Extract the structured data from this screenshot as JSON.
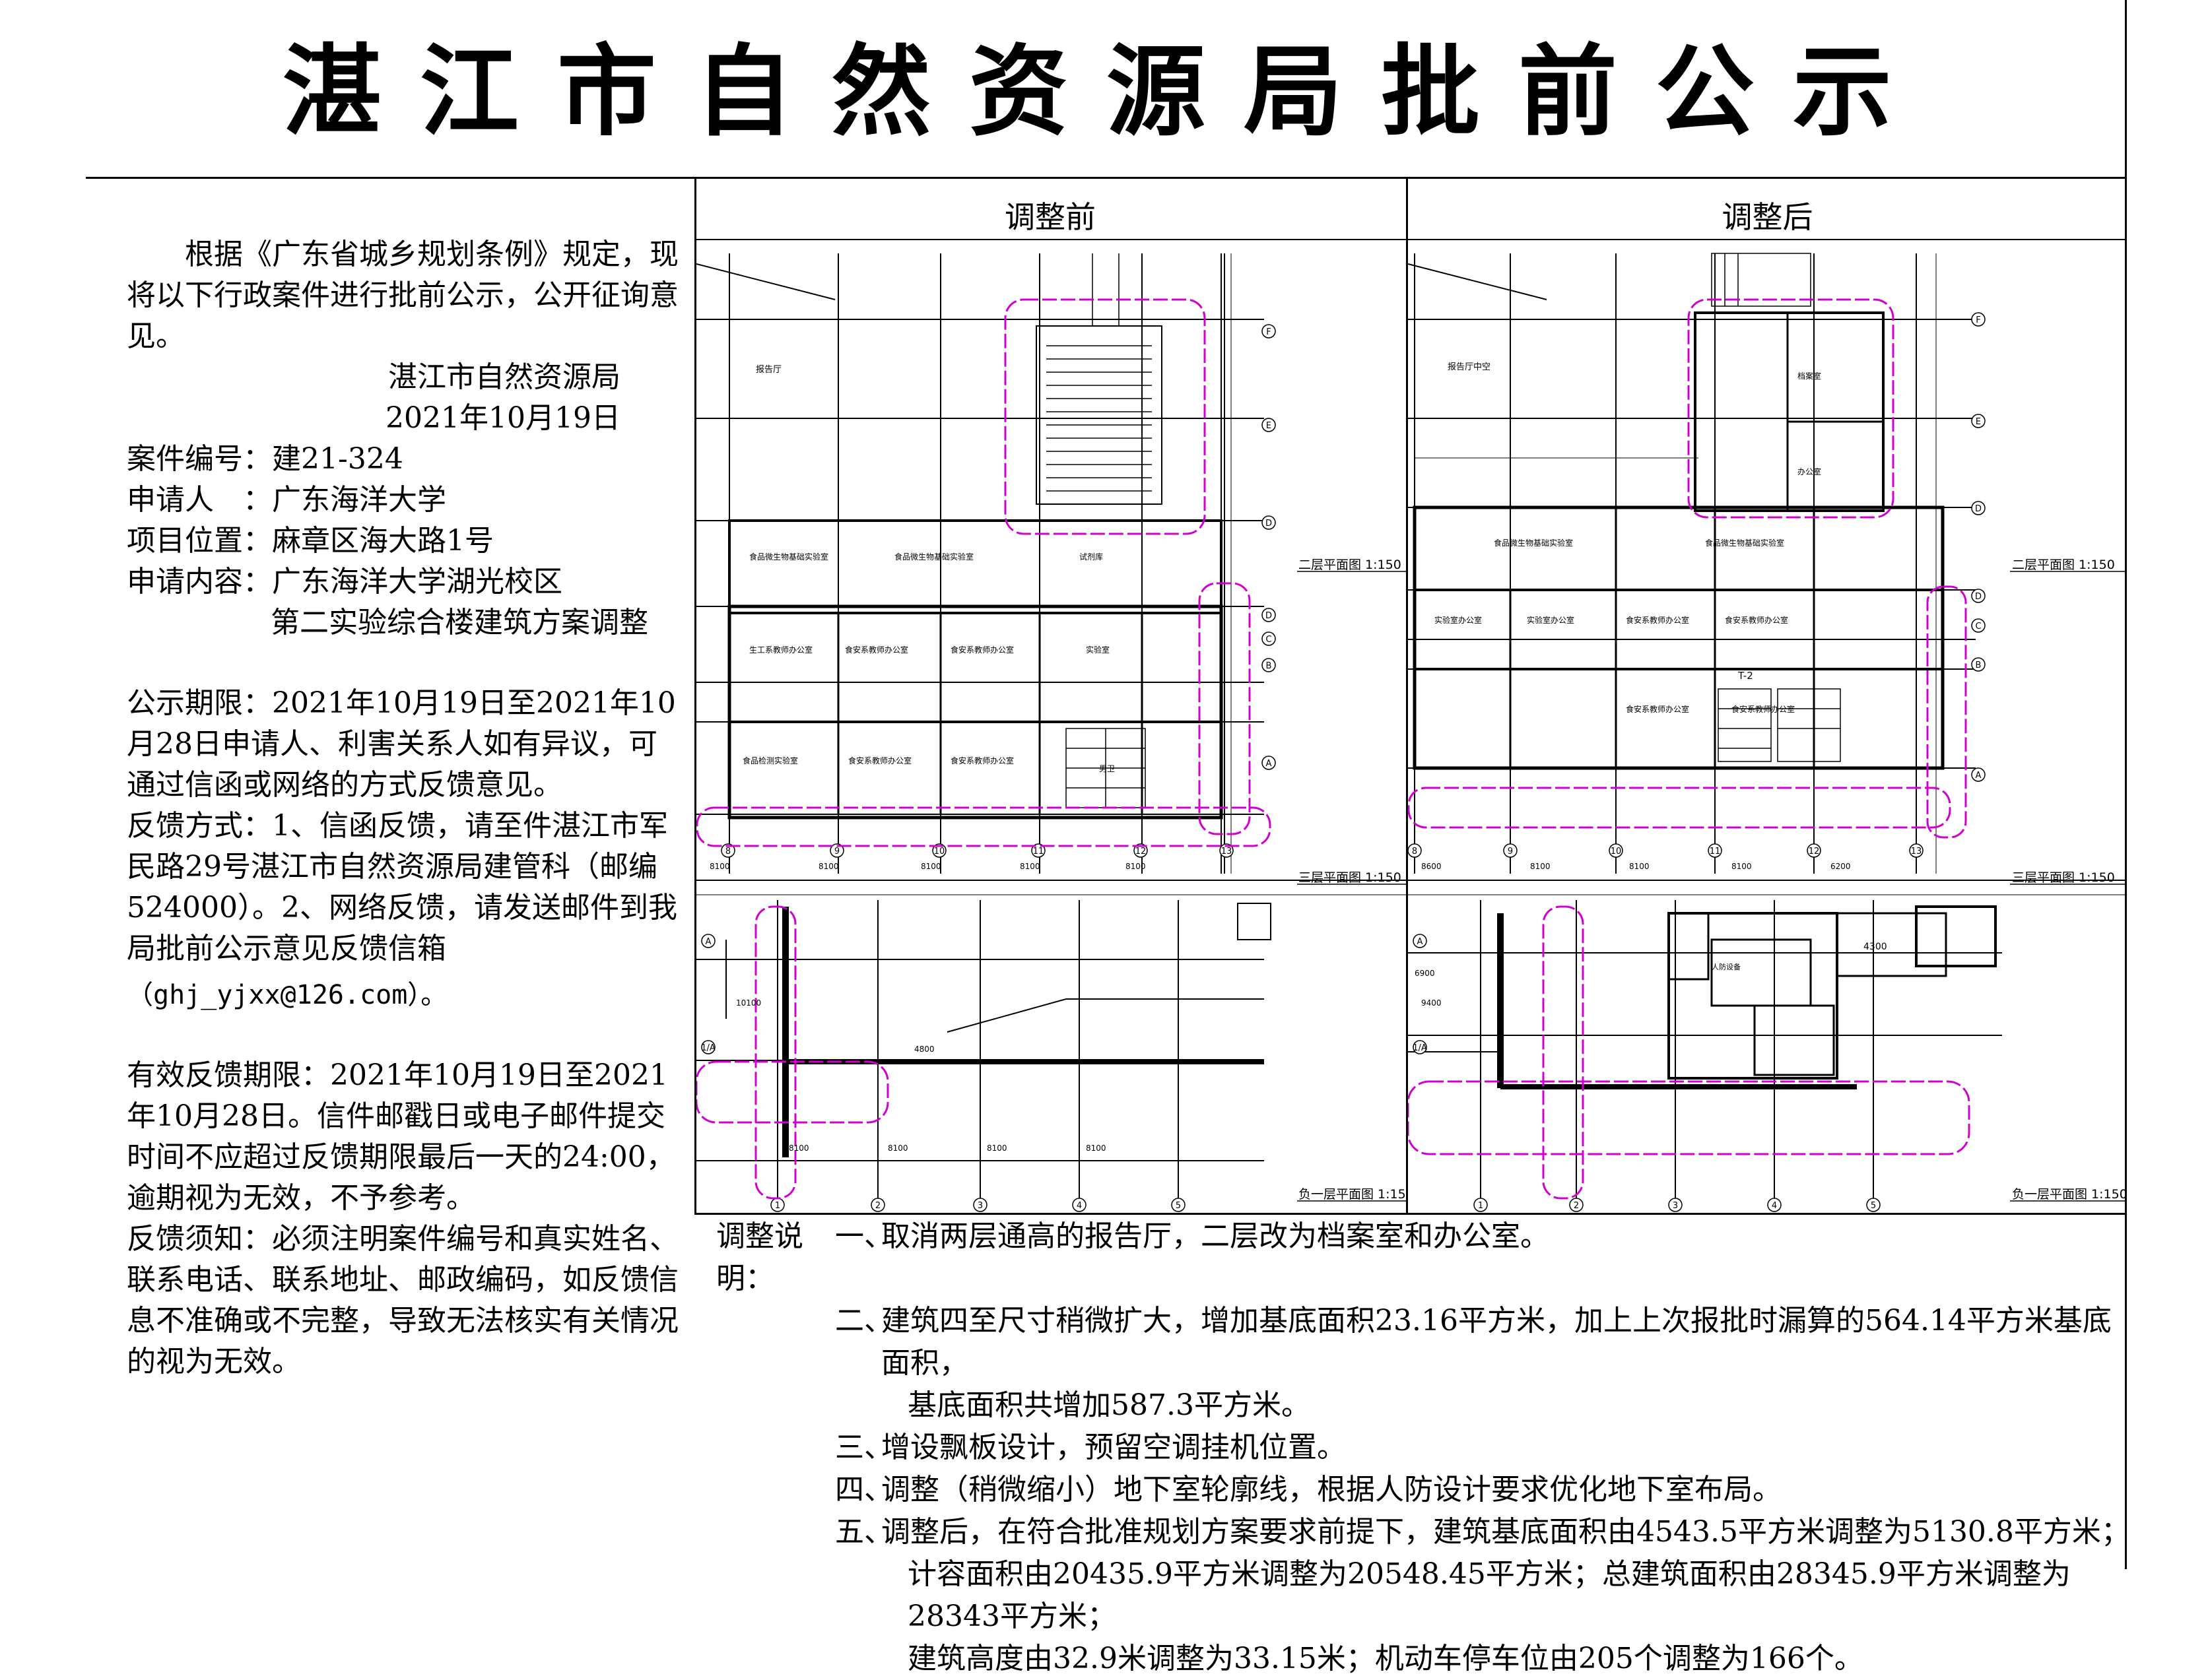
{
  "title": "湛江市自然资源局批前公示",
  "left": {
    "intro": "根据《广东省城乡规划条例》规定，现将以下行政案件进行批前公示，公开征询意见。",
    "issuer": "湛江市自然资源局",
    "date": "2021年10月19日",
    "case_no": "案件编号：建21-324",
    "applicant": "申请人　：广东海洋大学",
    "location": "项目位置：麻章区海大路1号",
    "content_1": "申请内容：广东海洋大学湖光校区",
    "content_2": "第二实验综合楼建筑方案调整",
    "period": "公示期限：2021年10月19日至2021年10月28日申请人、利害关系人如有异议，可通过信函或网络的方式反馈意见。",
    "feedback": "反馈方式：1、信函反馈，请至件湛江市军民路29号湛江市自然资源局建管科（邮编524000）。2、网络反馈，请发送邮件到我局批前公示意见反馈信箱",
    "email": "（ghj_yjxx@126.com）。",
    "valid_period": "有效反馈期限：2021年10月19日至2021年10月28日。信件邮戳日或电子邮件提交时间不应超过反馈期限最后一天的24:00，逾期视为无效，不予参考。",
    "notice": "反馈须知：必须注明案件编号和真实姓名、联系电话、联系地址、邮政编码，如反馈信息不准确或不完整，导致无法核实有关情况的视为无效。"
  },
  "panels": {
    "before": "调整前",
    "after": "调整后"
  },
  "drawing_labels": {
    "plan_2f": "二层平面图 1:150",
    "plan_3f": "三层平面图 1:150",
    "plan_b1": "负一层平面图 1:150",
    "dims_before": [
      "8100",
      "8100",
      "8100",
      "8100",
      "8100"
    ],
    "dims_after": [
      "8600",
      "8100",
      "8100",
      "8100",
      "6200"
    ],
    "grid_cols": [
      "⑧",
      "⑨",
      "⑩",
      "⑪",
      "⑫",
      "⑬"
    ],
    "grid_rows": [
      "Ⓕ",
      "Ⓔ",
      "Ⓓ",
      "Ⓒ",
      "Ⓑ",
      "Ⓐ"
    ],
    "grid_b1_cols": [
      "①",
      "②",
      "③",
      "④",
      "⑤"
    ],
    "grid_b1_rows": [
      "Ⓐ",
      "1/A"
    ],
    "room_names": [
      "报告厅",
      "食品微生物基础实验室",
      "生工系教师办公室",
      "食安系教师办公室",
      "试剂库",
      "档案室",
      "办公室",
      "实验室",
      "T-2"
    ]
  },
  "notes": {
    "label": "调整说明：",
    "items": [
      {
        "no": "一、",
        "text": "取消两层通高的报告厅，二层改为档案室和办公室。"
      },
      {
        "no": "二、",
        "text": "建筑四至尺寸稍微扩大，增加基底面积23.16平方米，加上上次报批时漏算的564.14平方米基底面积，",
        "cont": "基底面积共增加587.3平方米。"
      },
      {
        "no": "三、",
        "text": "增设飘板设计，预留空调挂机位置。"
      },
      {
        "no": "四、",
        "text": "调整（稍微缩小）地下室轮廓线，根据人防设计要求优化地下室布局。"
      },
      {
        "no": "五、",
        "text": "调整后，在符合批准规划方案要求前提下，建筑基底面积由4543.5平方米调整为5130.8平方米；",
        "cont": "计容面积由20435.9平方米调整为20548.45平方米；总建筑面积由28345.9平方米调整为28343平方米；",
        "cont2": "建筑高度由32.9米调整为33.15米；机动车停车位由205个调整为166个。"
      }
    ]
  },
  "colors": {
    "ink": "#000000",
    "cloud": "#d000d0"
  }
}
